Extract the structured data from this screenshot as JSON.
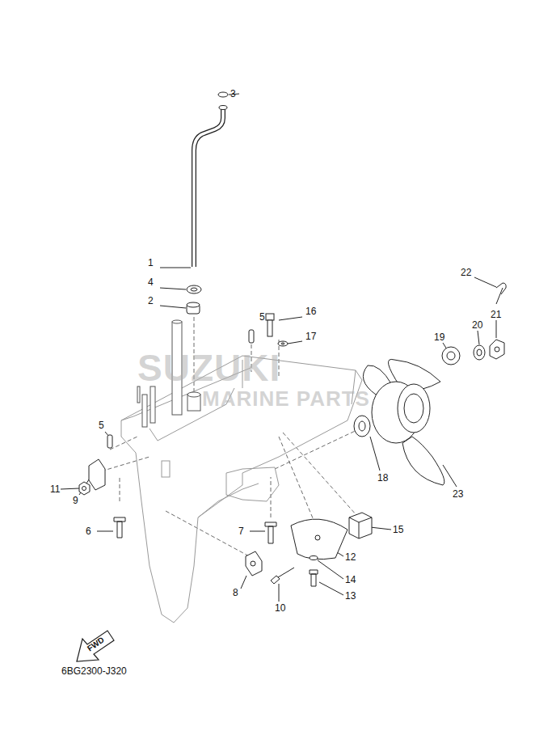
{
  "diagram": {
    "labels": [
      "3",
      "1",
      "4",
      "2",
      "22",
      "5",
      "16",
      "17",
      "21",
      "20",
      "19",
      "5",
      "11",
      "9",
      "18",
      "23",
      "6",
      "7",
      "15",
      "12",
      "14",
      "13",
      "8",
      "10",
      "FWD",
      "6BG2300-J320",
      "SUZUKI",
      "MARINE PARTS"
    ]
  }
}
